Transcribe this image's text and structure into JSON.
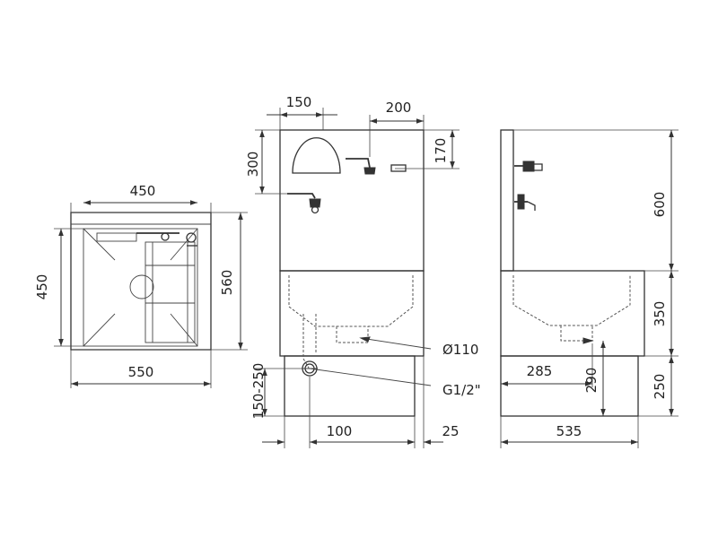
{
  "dimensions": {
    "top_width_inner": "450",
    "top_width_outer": "550",
    "top_depth_inner": "450",
    "top_depth_outer": "560",
    "front_tap_offset": "150",
    "front_valve_offset": "200",
    "front_panel_height": "300",
    "front_valve_height": "170",
    "front_drain_height": "150-250",
    "front_drain_offset": "100",
    "front_side_gap": "25",
    "drain_diameter": "Ø110",
    "inlet_thread": "G1/2\"",
    "side_panel_height": "600",
    "side_basin_height": "350",
    "side_base_height": "250",
    "side_outlet_depth": "285",
    "side_outlet_height": "290",
    "side_total_depth": "535"
  }
}
